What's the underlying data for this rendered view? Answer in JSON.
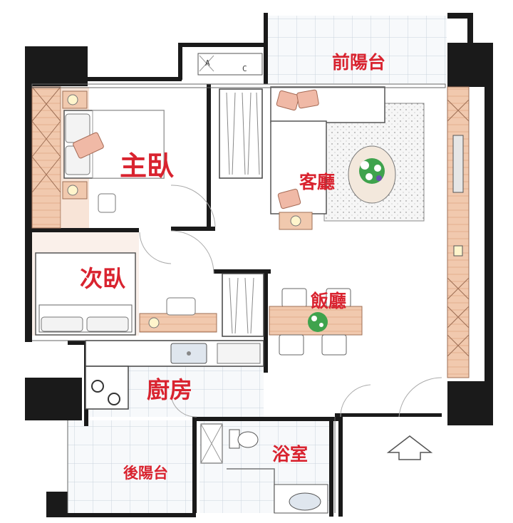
{
  "rooms": {
    "master_bedroom": "主臥",
    "second_bedroom": "次臥",
    "living_room": "客廳",
    "dining_room": "飯廳",
    "kitchen": "廚房",
    "bathroom": "浴室",
    "front_balcony": "前陽台",
    "rear_balcony": "後陽台"
  },
  "marks": {
    "door_a": "A",
    "door_c": "C"
  },
  "icons": {
    "entrance_arrow": "up-arrow-icon",
    "plant": "plant-icon",
    "toilet": "toilet-icon",
    "sink": "sink-icon",
    "stove": "stove-icon"
  },
  "colors": {
    "label": "#d9232f",
    "wall": "#1a1a1a",
    "wood": "#e8b89a",
    "floor_tile": "#e9eef4",
    "rug": "#f2f2f2",
    "pillow": "#f0b9a6"
  }
}
